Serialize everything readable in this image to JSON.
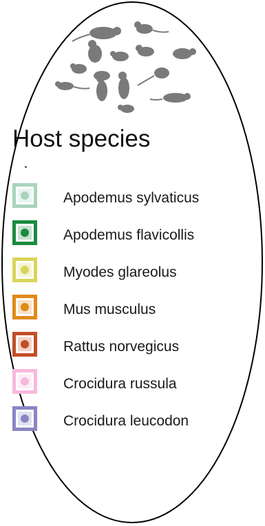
{
  "title": "Host species",
  "icon": "rodent-silhouettes-icon",
  "legend": [
    {
      "label": "Apodemus sylvaticus",
      "color": "#a9d3bd"
    },
    {
      "label": "Apodemus flavicollis",
      "color": "#1a8a3f"
    },
    {
      "label": "Myodes glareolus",
      "color": "#d9d55a"
    },
    {
      "label": "Mus musculus",
      "color": "#e08a17"
    },
    {
      "label": "Rattus norvegicus",
      "color": "#c24e24"
    },
    {
      "label": "Crocidura russula",
      "color": "#f7b9de"
    },
    {
      "label": "Crocidura leucodon",
      "color": "#8a86c4"
    }
  ]
}
